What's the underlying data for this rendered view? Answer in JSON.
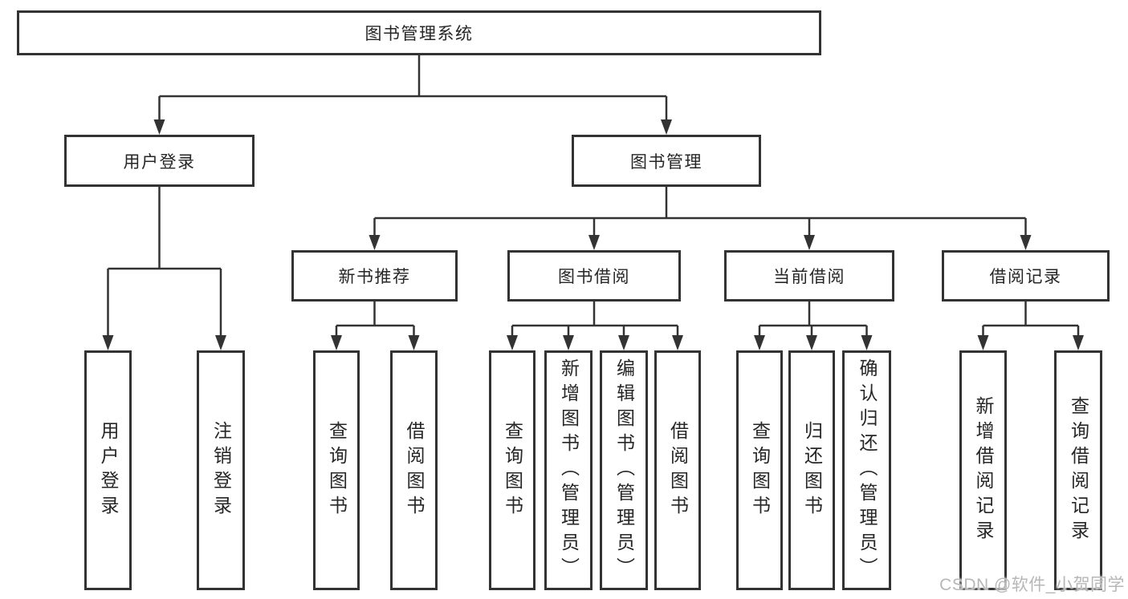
{
  "tree": {
    "root": {
      "label": "图书管理系统"
    },
    "branches": [
      {
        "label": "用户登录",
        "children": [
          {
            "label": "用户登录"
          },
          {
            "label": "注销登录"
          }
        ]
      },
      {
        "label": "图书管理",
        "children": [
          {
            "label": "新书推荐",
            "children": [
              {
                "label": "查询图书"
              },
              {
                "label": "借阅图书"
              }
            ]
          },
          {
            "label": "图书借阅",
            "children": [
              {
                "label": "查询图书"
              },
              {
                "label": "新增图书（管理员）"
              },
              {
                "label": "编辑图书（管理员）"
              },
              {
                "label": "借阅图书"
              }
            ]
          },
          {
            "label": "当前借阅",
            "children": [
              {
                "label": "查询图书"
              },
              {
                "label": "归还图书"
              },
              {
                "label": "确认归还（管理员）"
              }
            ]
          },
          {
            "label": "借阅记录",
            "children": [
              {
                "label": "新增借阅记录"
              },
              {
                "label": "查询借阅记录"
              }
            ]
          }
        ]
      }
    ]
  },
  "watermark": {
    "text": "CSDN @软件_小贺同学"
  },
  "colors": {
    "line": "#333333",
    "border": "#333333",
    "text": "#262626",
    "watermark": "#b7b7b7",
    "background": "#ffffff"
  }
}
